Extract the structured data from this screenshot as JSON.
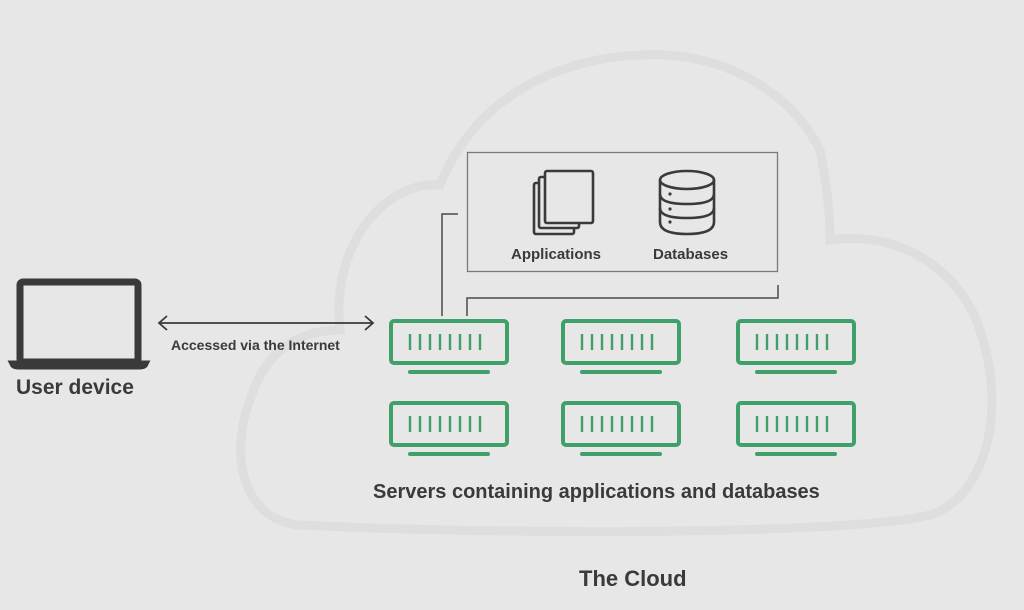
{
  "diagram": {
    "title": "The Cloud",
    "user_device": {
      "label": "User device",
      "icon": "laptop-icon"
    },
    "connection": {
      "label": "Accessed via the Internet",
      "type": "bidirectional-arrow"
    },
    "contents_box": {
      "items": [
        {
          "label": "Applications",
          "icon": "documents-stack-icon"
        },
        {
          "label": "Databases",
          "icon": "database-icon"
        }
      ]
    },
    "servers": {
      "label": "Servers containing applications and databases",
      "rows": 2,
      "columns": 3,
      "count": 6,
      "slots_per_server": 8,
      "icon": "server-icon"
    },
    "colors": {
      "background": "#e7e7e7",
      "cloud_outline": "#dedede",
      "server_green": "#3fa06a",
      "line_dark": "#4a4a4a",
      "text": "#3a3a3a",
      "box_border": "#7a7a7a"
    }
  }
}
